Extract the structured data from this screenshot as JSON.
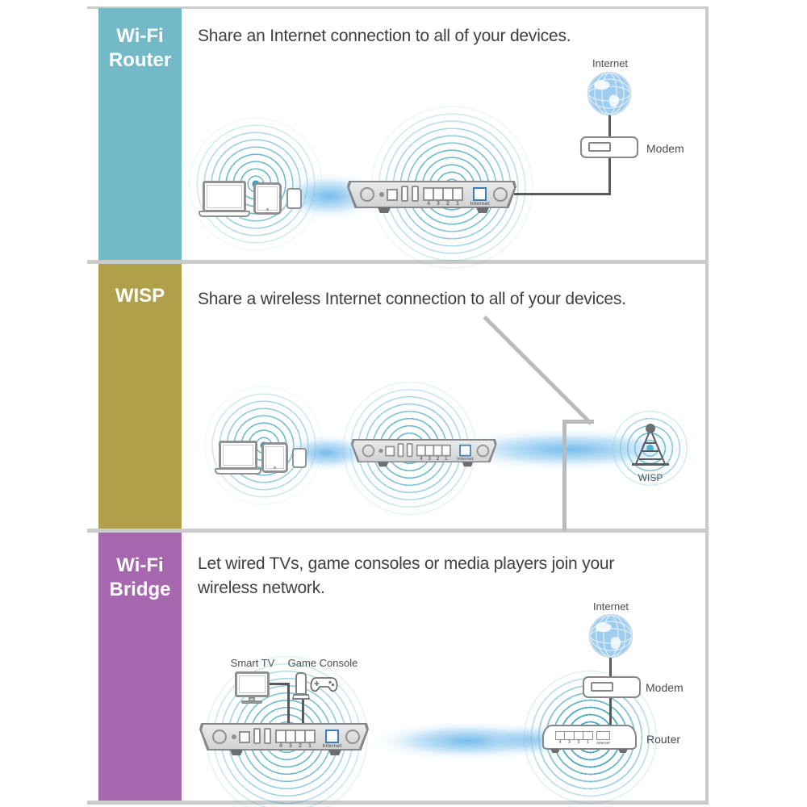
{
  "colors": {
    "teal_sidebar": "#74b9c7",
    "olive_sidebar": "#b0a04a",
    "purple_sidebar": "#a667ae",
    "frame_border": "#cbcbcb",
    "heading_text": "#3e4043",
    "cable": "#58595b",
    "wifi_ring_teal": "#299dbd",
    "beam_blue": "#68b5ea",
    "internet_port_blue": "#3f7cb6"
  },
  "sections": {
    "wifi_router": {
      "sidebar_line1": "Wi-Fi",
      "sidebar_line2": "Router",
      "heading": "Share an Internet connection to all of your devices.",
      "internet_label": "Internet",
      "modem_label": "Modem"
    },
    "wisp": {
      "sidebar_line1": "WISP",
      "heading": "Share a wireless Internet connection to all of your devices.",
      "wisp_label": "WISP"
    },
    "wifi_bridge": {
      "sidebar_line1": "Wi-Fi",
      "sidebar_line2": "Bridge",
      "heading": "Let wired TVs, game consoles or media players join your wireless network.",
      "smart_tv_label": "Smart TV",
      "game_console_label": "Game Console",
      "internet_label": "Internet",
      "modem_label": "Modem",
      "router_label": "Router"
    }
  },
  "router_ports": {
    "lan_labels": [
      "4",
      "3",
      "2",
      "1"
    ],
    "internet_label": "Internet"
  }
}
